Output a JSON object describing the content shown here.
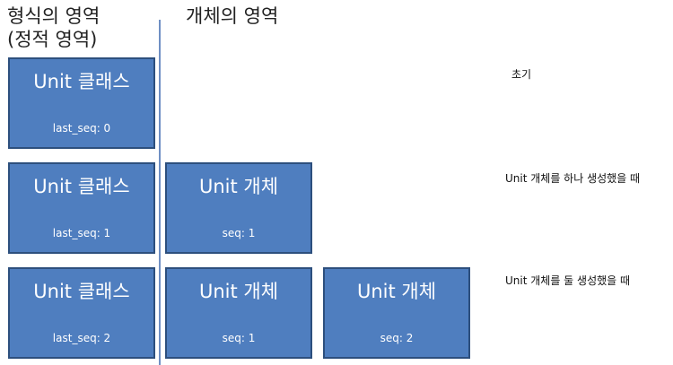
{
  "headings": {
    "static_area": [
      "형식의 영역",
      "(정적 영역)"
    ],
    "instance_area": "개체의 영역"
  },
  "rows": [
    {
      "class_box": {
        "title": "Unit 클래스",
        "field": "last_seq: 0"
      },
      "instances": [],
      "note": "초기"
    },
    {
      "class_box": {
        "title": "Unit 클래스",
        "field": "last_seq: 1"
      },
      "instances": [
        {
          "title": "Unit 개체",
          "field": "seq: 1"
        }
      ],
      "note": "Unit 개체를 하나 생성했을 때"
    },
    {
      "class_box": {
        "title": "Unit 클래스",
        "field": "last_seq: 2"
      },
      "instances": [
        {
          "title": "Unit 개체",
          "field": "seq: 1"
        },
        {
          "title": "Unit 개체",
          "field": "seq: 2"
        }
      ],
      "note": "Unit 개체를 둘 생성했을 때"
    }
  ],
  "colors": {
    "box_fill": "#4f7ebf",
    "box_border": "#2d4f7d",
    "divider": "#6f8fc4"
  }
}
